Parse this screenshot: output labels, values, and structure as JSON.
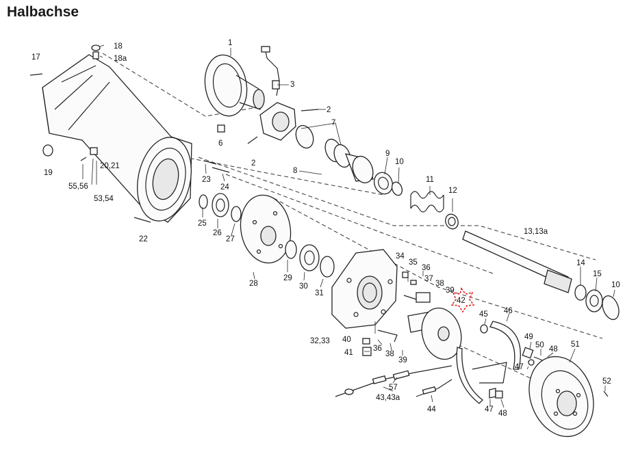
{
  "title": "Halbachse",
  "highlight": {
    "label": "42",
    "color": "#e02020"
  },
  "callouts": {
    "c1": "1",
    "c2a": "2",
    "c2b": "2",
    "c3": "3",
    "c6": "6",
    "c7": "7",
    "c8": "8",
    "c9": "9",
    "c10a": "10",
    "c11": "11",
    "c12": "12",
    "c13": "13,13a",
    "c14": "14",
    "c15": "15",
    "c10b": "10",
    "c17": "17",
    "c18": "18",
    "c18a": "18a",
    "c19": "19",
    "c2021": "20,21",
    "c5556": "55,56",
    "c5354": "53,54",
    "c22": "22",
    "c23": "23",
    "c24": "24",
    "c25": "25",
    "c26": "26",
    "c27": "27",
    "c28": "28",
    "c29": "29",
    "c30": "30",
    "c31": "31",
    "c3233": "32,33",
    "c34": "34",
    "c35": "35",
    "c36a": "36",
    "c37": "37",
    "c38a": "38",
    "c39a": "39",
    "c40": "40",
    "c41": "41",
    "c36b": "36",
    "c38b": "38",
    "c39b": "39",
    "c45": "45",
    "c46": "46",
    "c49": "49",
    "c50": "50",
    "c48a": "48",
    "c47a": "47",
    "c51": "51",
    "c52": "52",
    "c57": "57",
    "c4343a": "43,43a",
    "c44": "44",
    "c47b": "47",
    "c48b": "48"
  }
}
